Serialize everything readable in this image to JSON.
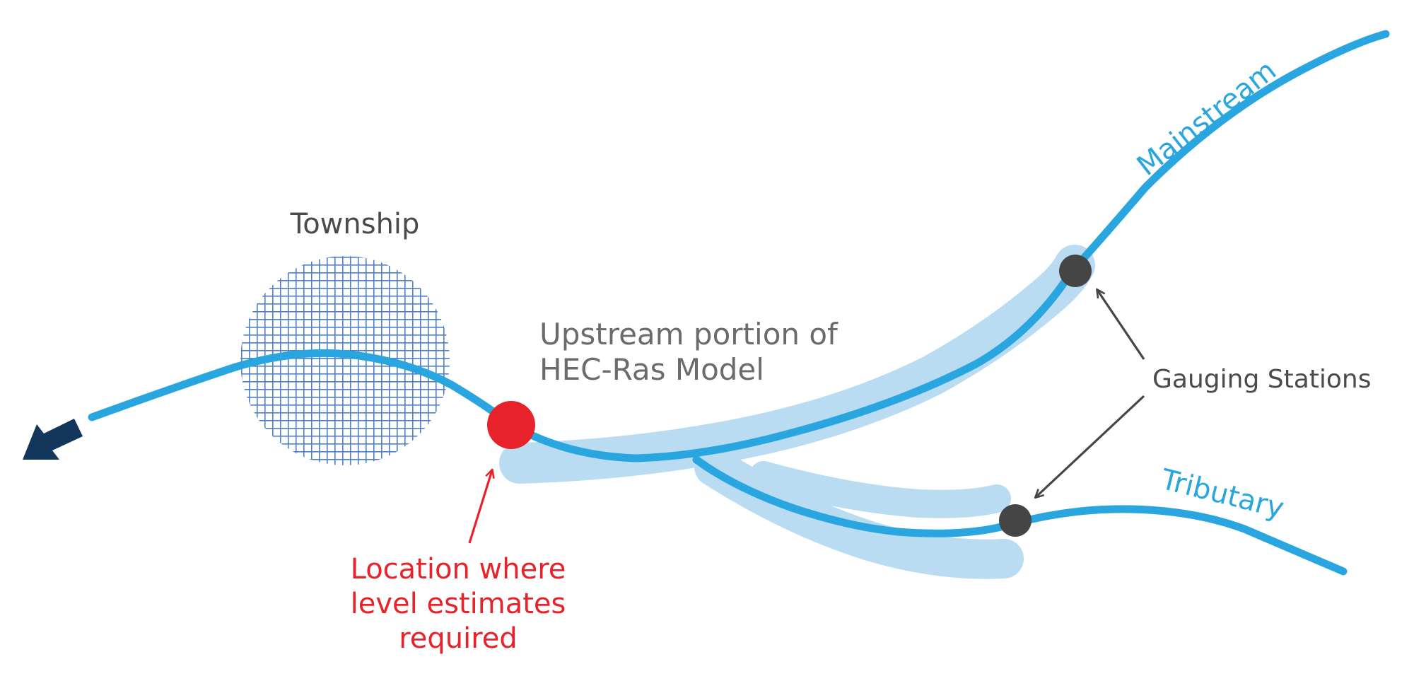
{
  "labels": {
    "township": "Township",
    "model_line1": "Upstream portion of",
    "model_line2": "HEC-Ras Model",
    "gauging": "Gauging Stations",
    "mainstream": "Mainstream",
    "tributary": "Tributary",
    "location_line1": "Location where",
    "location_line2": "level estimates",
    "location_line3": "required"
  },
  "colors": {
    "river": "#29a6e0",
    "model_extent": "#b9dcf3",
    "township_hatch": "#4f7fc9",
    "target_point": "#e8222b",
    "gauging_station": "#454545",
    "flow_arrow": "#13365c",
    "annotation_arrow": "#454545"
  },
  "icons": {
    "flow_direction": "downstream-arrow-icon",
    "target_location": "red-dot-icon",
    "gauging_station": "station-dot-icon"
  }
}
